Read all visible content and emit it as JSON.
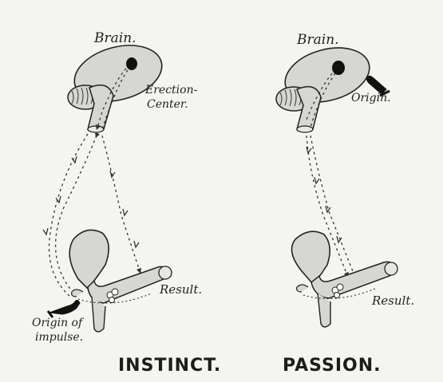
{
  "colors": {
    "background": "#f4f4f1",
    "ink": "#222222",
    "fill": "#d6d6d2"
  },
  "left_panel": {
    "brain_label": "Brain.",
    "center_label_line1": "Erection-",
    "center_label_line2": "Center.",
    "result_label": "Result.",
    "origin_line1": "Origin of",
    "origin_line2": "impulse.",
    "caption": "INSTINCT."
  },
  "right_panel": {
    "brain_label": "Brain.",
    "origin_label": "Origin.",
    "result_label": "Result.",
    "caption": "PASSION."
  },
  "icons": [
    "pointing-hand-icon",
    "pointing-hand-icon"
  ]
}
